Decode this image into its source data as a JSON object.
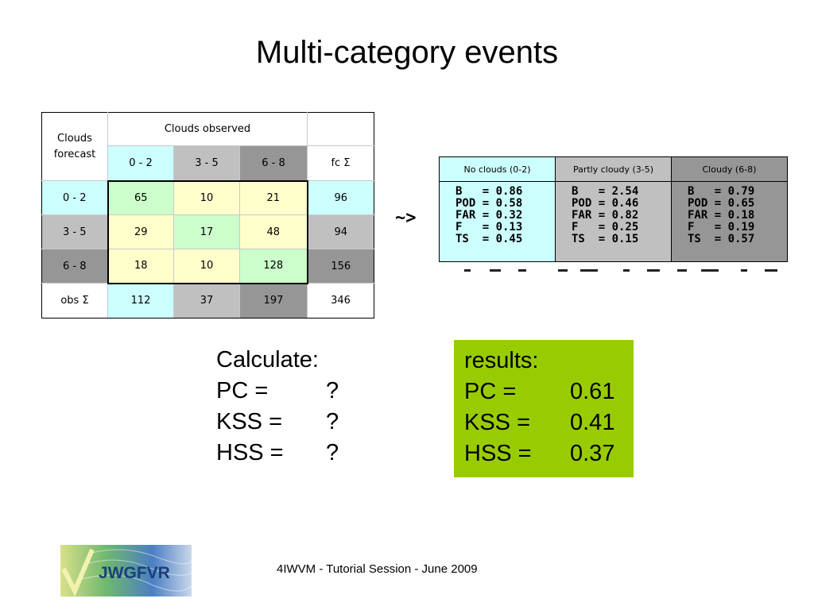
{
  "title": "Multi-category events",
  "contingency": {
    "corner": "Clouds forecast",
    "observed_header": "Clouds observed",
    "col_headers": [
      "0 - 2",
      "3 - 5",
      "6 - 8"
    ],
    "total_col_header": "fc Σ",
    "rows": [
      {
        "label": "0 - 2",
        "values": [
          "65",
          "10",
          "21"
        ],
        "total": "96"
      },
      {
        "label": "3 - 5",
        "values": [
          "29",
          "17",
          "48"
        ],
        "total": "94"
      },
      {
        "label": "6 - 8",
        "values": [
          "18",
          "10",
          "128"
        ],
        "total": "156"
      }
    ],
    "obs_row": {
      "label": "obs Σ",
      "values": [
        "112",
        "37",
        "197"
      ],
      "total": "346"
    }
  },
  "arrow": "~>",
  "scores_table": {
    "headers": [
      "No clouds (0-2)",
      "Partly cloudy (3-5)",
      "Cloudy (6-8)"
    ],
    "columns": [
      "B   = 0.86\nPOD = 0.58\nFAR = 0.32\nF   = 0.13\nTS  = 0.45",
      "B   = 2.54\nPOD = 0.46\nFAR = 0.82\nF   = 0.25\nTS  = 0.15",
      "B   = 0.79\nPOD = 0.65\nFAR = 0.18\nF   = 0.19\nTS  = 0.57"
    ]
  },
  "calculate": {
    "heading": "Calculate:",
    "items": [
      {
        "label": "PC =",
        "value": "?"
      },
      {
        "label": "KSS =",
        "value": "?"
      },
      {
        "label": "HSS =",
        "value": "?"
      }
    ]
  },
  "results": {
    "heading": "results:",
    "items": [
      {
        "label": "PC =",
        "value": "0.61"
      },
      {
        "label": "KSS =",
        "value": "0.41"
      },
      {
        "label": "HSS =",
        "value": "0.37"
      }
    ]
  },
  "logo_text": "JWGFVR",
  "footer": "4IWVM - Tutorial Session - June 2009",
  "colors": {
    "cyan": "#ccffff",
    "grey": "#c0c0c0",
    "dark_grey": "#969696",
    "green_cell": "#ccffcc",
    "yellow_cell": "#ffffcc",
    "results_bg": "#99cc00"
  }
}
